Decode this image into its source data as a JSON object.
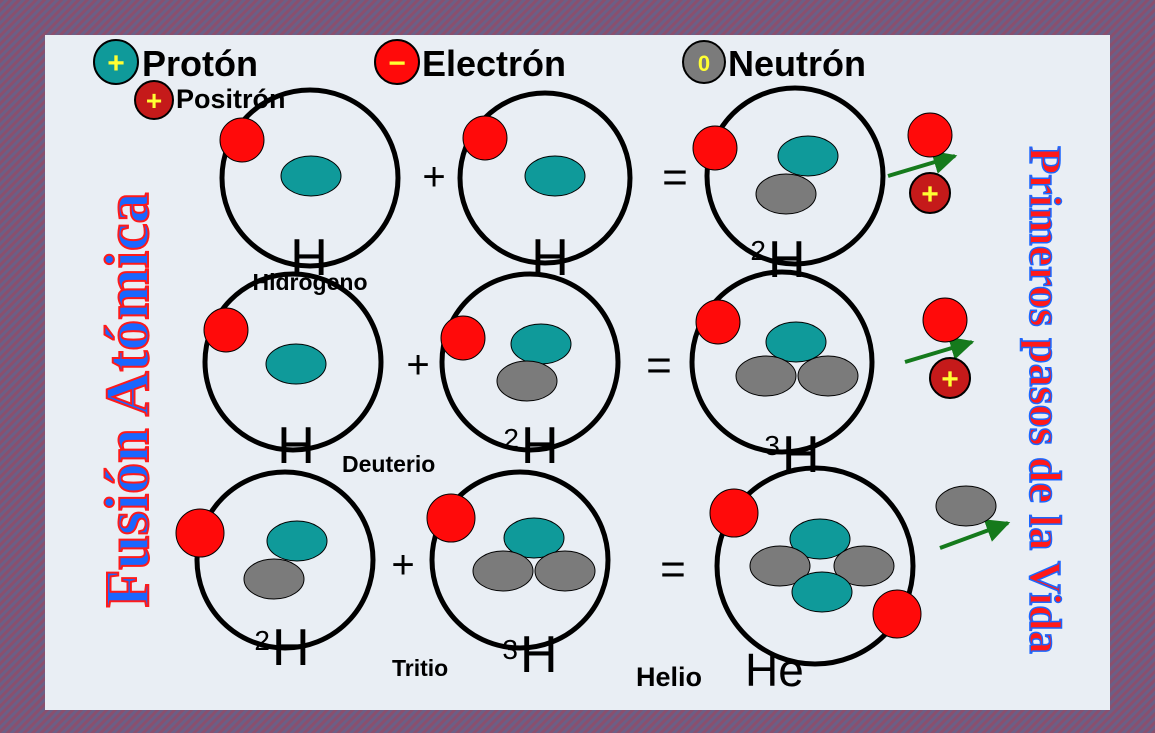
{
  "legend": {
    "proton": "Protón",
    "electron": "Electrón",
    "neutron": "Neutrón",
    "positron": "Positrón",
    "proton_sign": "+",
    "electron_sign": "−",
    "neutron_sign": "0",
    "positron_sign": "+"
  },
  "title_left": "Fusión Atómica",
  "title_right": "Primeros pasos de la Vida",
  "operators": {
    "plus": "+",
    "equals": "="
  },
  "reactions": [
    {
      "reactant1": {
        "symbol": "H",
        "mass": "",
        "caption": "Hidrógeno"
      },
      "reactant2": {
        "symbol": "H",
        "mass": "",
        "caption": ""
      },
      "product": {
        "symbol": "H",
        "mass": "2",
        "caption": ""
      },
      "emitted": [
        "electron",
        "positron"
      ]
    },
    {
      "reactant1": {
        "symbol": "H",
        "mass": "",
        "caption": ""
      },
      "reactant2": {
        "symbol": "H",
        "mass": "2",
        "caption": "Deuterio"
      },
      "product": {
        "symbol": "H",
        "mass": "3",
        "caption": ""
      },
      "emitted": [
        "electron",
        "positron"
      ]
    },
    {
      "reactant1": {
        "symbol": "H",
        "mass": "2",
        "caption": ""
      },
      "reactant2": {
        "symbol": "H",
        "mass": "3",
        "caption": "Tritio"
      },
      "product": {
        "symbol": "He",
        "mass": "",
        "caption": "Helio"
      },
      "emitted": [
        "neutron"
      ]
    }
  ],
  "colors": {
    "background": "#e9eef4",
    "border": "#6b5f86",
    "proton": "#0f9a9a",
    "electron": "#ff0a0a",
    "neutron": "#7b7b7b",
    "positron": "#c51a1a",
    "sign_yellow": "#ffff33",
    "title_blue": "#1a66ff",
    "title_red": "#ff1a1a",
    "arrow": "#157a1c"
  }
}
